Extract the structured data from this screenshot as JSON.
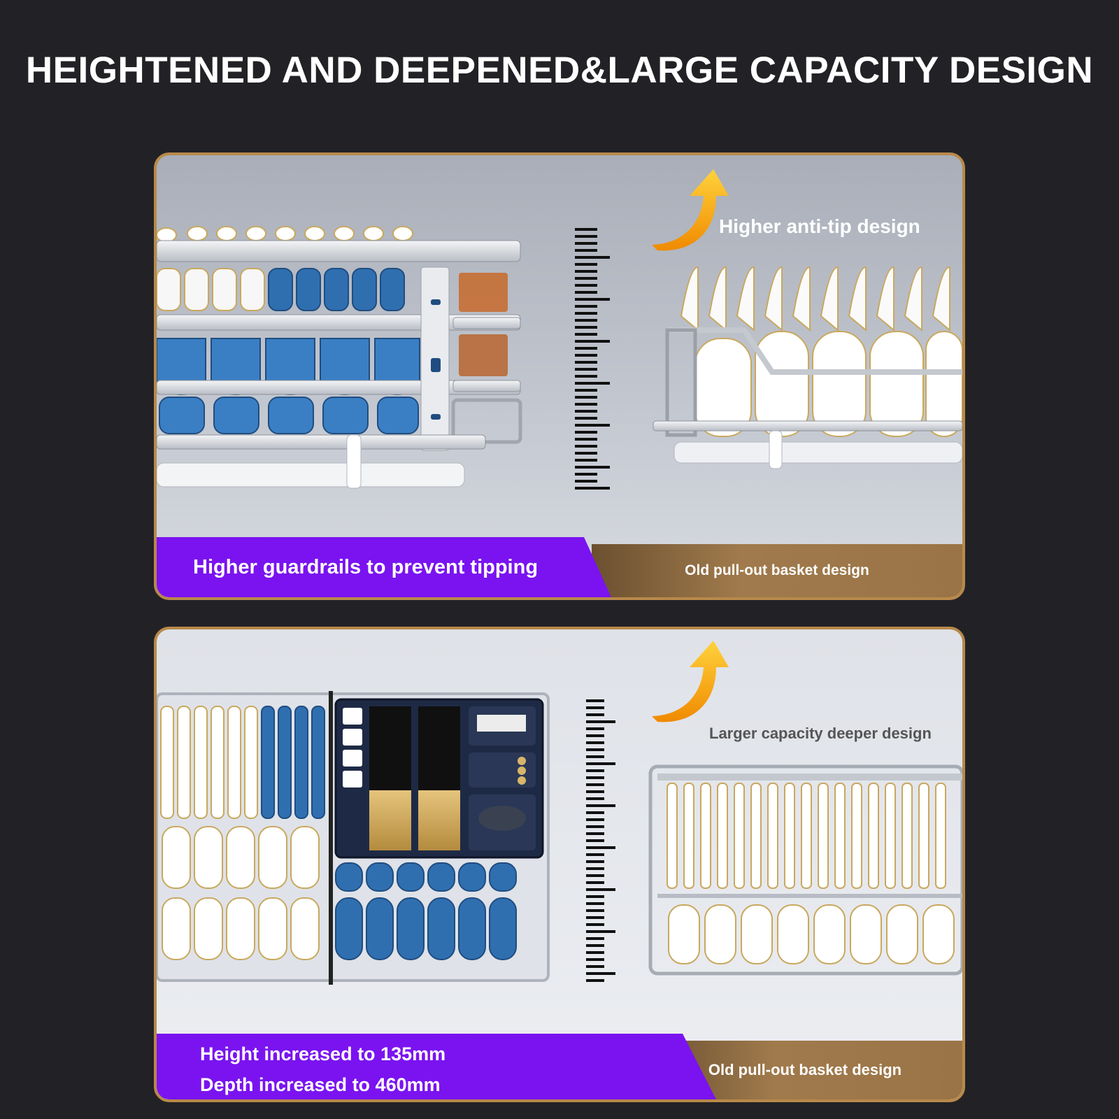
{
  "headline": "HEIGHTENED AND DEEPENED&LARGE CAPACITY DESIGN",
  "panel_top": {
    "callout": "Higher anti-tip design",
    "caption_new": "Higher guardrails to prevent tipping",
    "caption_old": "Old pull-out basket design"
  },
  "panel_bottom": {
    "callout": "Larger capacity deeper design",
    "caption_new_line1": "Height increased to 135mm",
    "caption_new_line2": "Depth increased to 460mm",
    "caption_old": "Old pull-out basket design"
  },
  "colors": {
    "background": "#222226",
    "frame_gold": "#b8894a",
    "caption_purple": "#7a13f0",
    "plate_blue": "#2f6fb0",
    "arrow_orange": "#f5a300"
  }
}
